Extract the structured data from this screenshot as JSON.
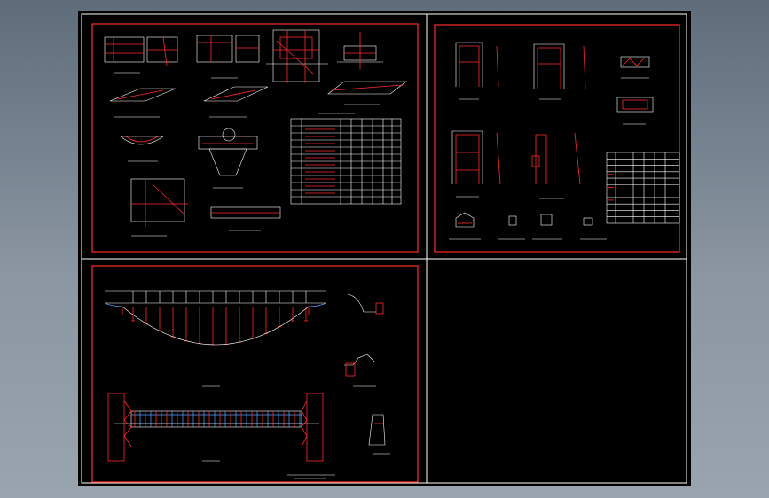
{
  "colors": {
    "background": "#000000",
    "frame": "#ffffff",
    "sheet_border": "#ff2a2a",
    "linework": "#ffffff",
    "rebar": "#ff2a2a",
    "accent": "#5aa0ff"
  },
  "sheets": [
    {
      "name": "sheet-top-left"
    },
    {
      "name": "sheet-top-right"
    },
    {
      "name": "sheet-bottom-left"
    }
  ]
}
